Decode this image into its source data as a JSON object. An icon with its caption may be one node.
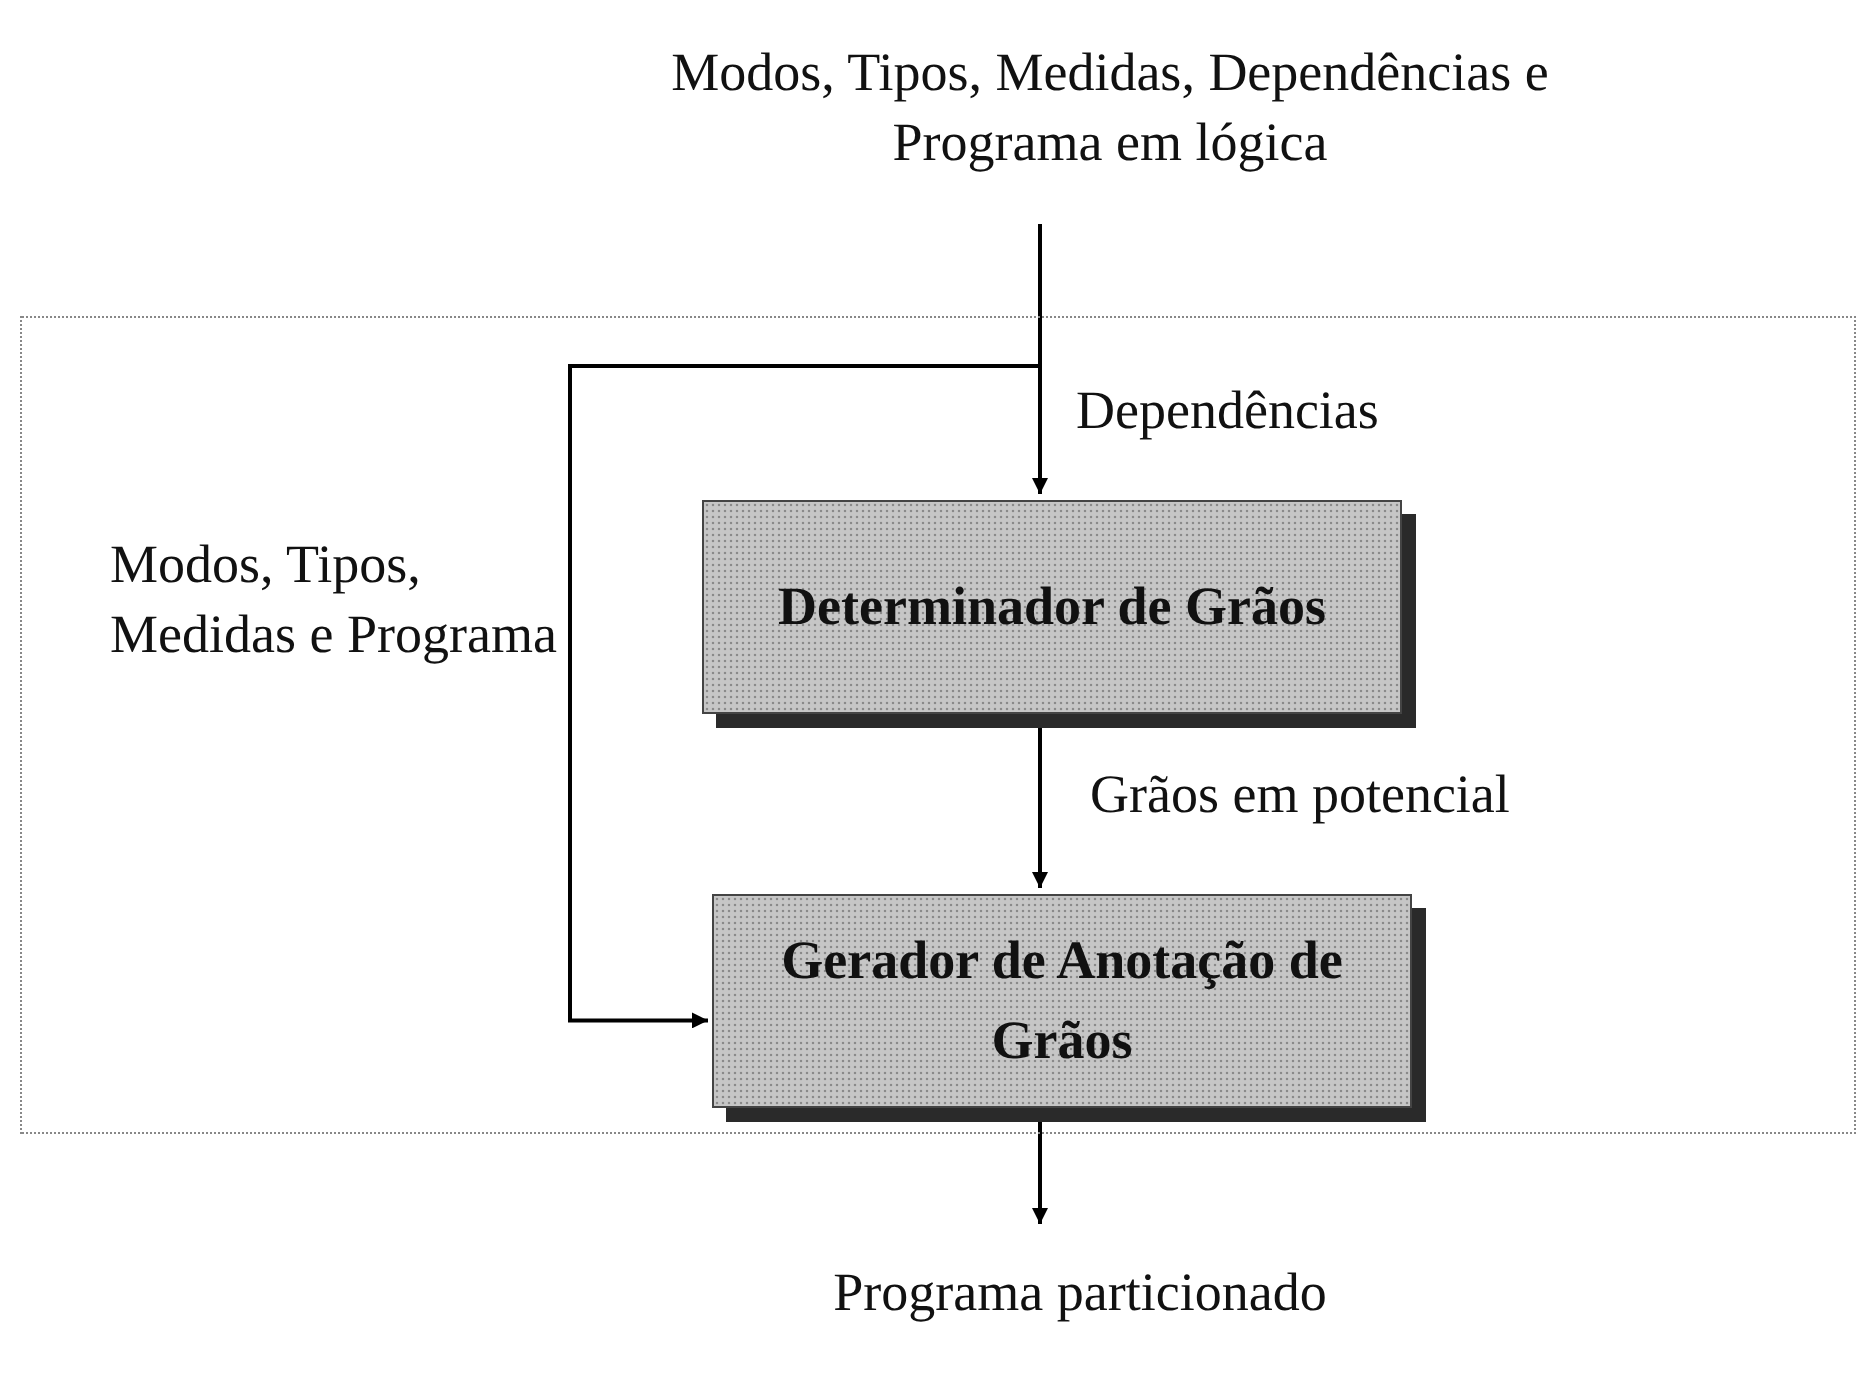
{
  "diagram": {
    "nodes": [
      {
        "text": [],
        "shape": "box"
      },
      {
        "text": [
          "Modos, Tipos, Medidas, Dependências e Programa em lógica"
        ]
      },
      {
        "text": [
          "Determinador de Grãos"
        ],
        "in": 0
      },
      {
        "text": [
          "Gerador de Anotação de Grãos"
        ],
        "in": 0
      },
      {
        "text": [
          "Programa particionado"
        ]
      }
    ],
    "edges": [
      {
        "from": 1,
        "to": 2,
        "arrow": "to",
        "label": "Dependências"
      },
      {
        "from": 1,
        "to": 3,
        "arrow": "to",
        "label": "Modos, Tipos, Medidas e Programa"
      },
      {
        "from": 2,
        "to": 3,
        "arrow": "to",
        "label": "Grãos em potencial"
      },
      {
        "from": 3,
        "to": 4,
        "arrow": "to"
      }
    ]
  }
}
